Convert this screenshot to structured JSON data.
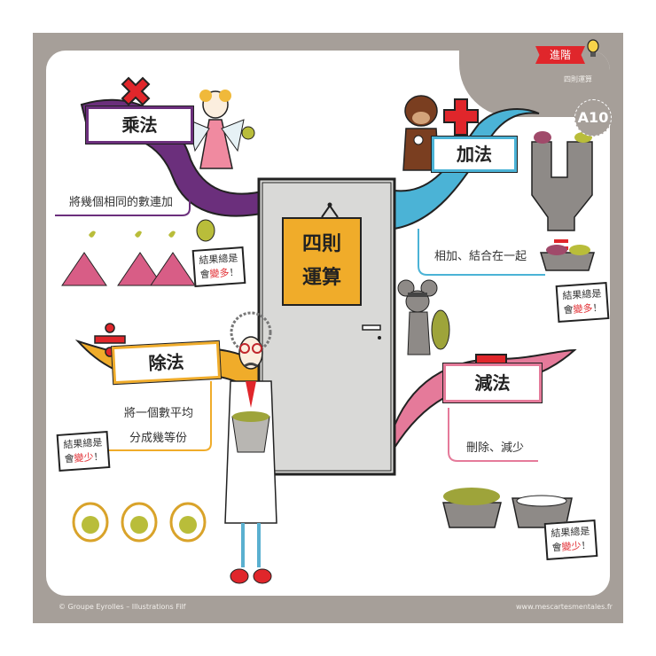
{
  "header": {
    "level_label": "進階",
    "subtitle": "四則運算",
    "code": "A10"
  },
  "center": {
    "title_line1": "四則",
    "title_line2": "運算"
  },
  "branches": [
    {
      "id": "multiplication",
      "symbol": "×",
      "label": "乘法",
      "color": "#6b2f7c",
      "description": "將幾個相同的數連加",
      "note_line1": "結果總是",
      "note_prefix": "會",
      "note_emphasis": "變多",
      "note_suffix": "！"
    },
    {
      "id": "addition",
      "symbol": "+",
      "label": "加法",
      "color": "#4bb3d6",
      "description": "相加、結合在一起",
      "note_line1": "結果總是",
      "note_prefix": "會",
      "note_emphasis": "變多",
      "note_suffix": "！"
    },
    {
      "id": "division",
      "symbol": "÷",
      "label": "除法",
      "color": "#f0ac2a",
      "description_line1": "將一個數平均",
      "description_line2": "分成幾等份",
      "note_line1": "結果總是",
      "note_prefix": "會",
      "note_emphasis": "變少",
      "note_suffix": "！"
    },
    {
      "id": "subtraction",
      "symbol": "−",
      "label": "減法",
      "color": "#e57a9a",
      "description": "刪除、減少",
      "note_line1": "結果總是",
      "note_prefix": "會",
      "note_emphasis": "變少",
      "note_suffix": "！"
    }
  ],
  "footer": {
    "credit": "© Groupe Eyrolles – Illustrations Filf",
    "website": "www.mescartesmentales.fr"
  },
  "colors": {
    "frame": "#a69f99",
    "accent_red": "#e0262b",
    "sign_orange": "#f0ac2a",
    "door_gray": "#d9d9d7"
  }
}
